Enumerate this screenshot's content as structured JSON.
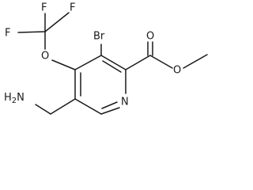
{
  "structure": {
    "atoms": {
      "f_left": "F",
      "f_top": "F",
      "f_right": "F",
      "o_ether": "O",
      "br": "Br",
      "o_carbonyl": "O",
      "o_ester": "O",
      "n_ring": "N",
      "nh2": "H2N"
    }
  },
  "colors": {
    "bond": "#1a1a1a",
    "label": "#1a1a1a",
    "background": "#ffffff"
  }
}
